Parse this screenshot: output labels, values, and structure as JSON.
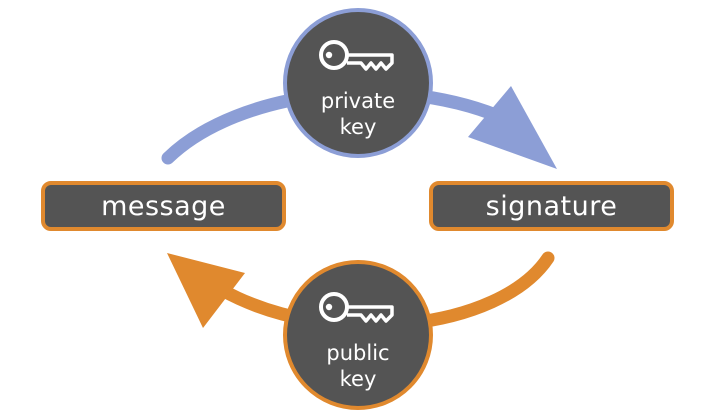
{
  "nodes": {
    "message": "message",
    "signature": "signature",
    "private_key": {
      "line1": "private",
      "line2": "key"
    },
    "public_key": {
      "line1": "public",
      "line2": "key"
    }
  },
  "colors": {
    "box_fill": "#545454",
    "orange": "#E0892E",
    "blue": "#8C9ED6",
    "text": "#FFFFFF"
  },
  "icons": [
    "key-icon",
    "key-icon"
  ]
}
